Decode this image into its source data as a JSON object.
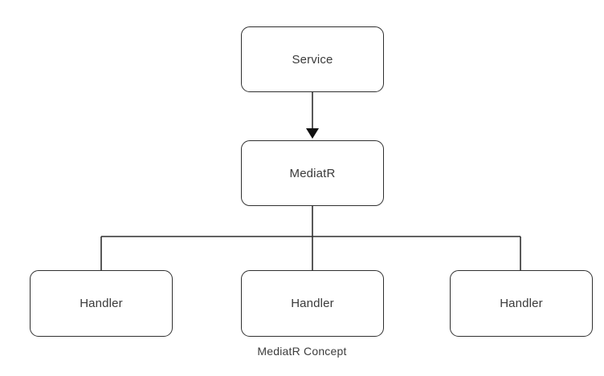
{
  "diagram": {
    "caption": "MediatR Concept",
    "background_color": "#ffffff",
    "stroke_color": "#2f2f2f",
    "text_color": "#3a3a3a",
    "nodes": [
      {
        "id": "service",
        "label": "Service"
      },
      {
        "id": "mediatr",
        "label": "MediatR"
      },
      {
        "id": "handler_left",
        "label": "Handler"
      },
      {
        "id": "handler_center",
        "label": "Handler"
      },
      {
        "id": "handler_right",
        "label": "Handler"
      }
    ],
    "connectors": [
      {
        "from": "service",
        "to": "mediatr",
        "style": "arrow",
        "arrowhead": "filled-triangle"
      },
      {
        "from": "mediatr",
        "to": "handler_left",
        "style": "elbow",
        "arrowhead": "none"
      },
      {
        "from": "mediatr",
        "to": "handler_center",
        "style": "straight",
        "arrowhead": "none"
      },
      {
        "from": "mediatr",
        "to": "handler_right",
        "style": "elbow",
        "arrowhead": "none"
      }
    ]
  }
}
